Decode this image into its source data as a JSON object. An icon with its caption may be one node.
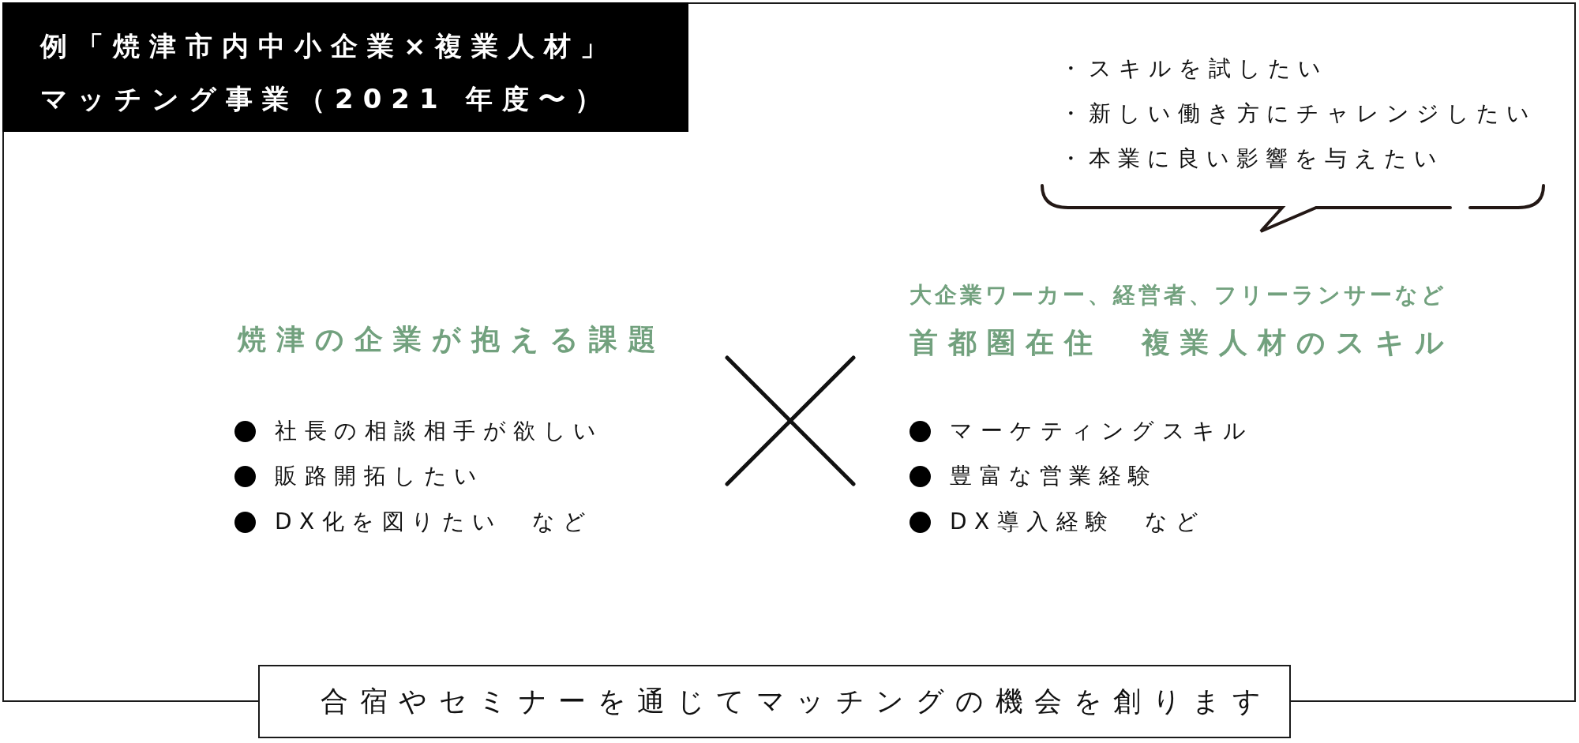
{
  "diagram": {
    "nodes": [
      {
        "text": [
          "焼津の企業が抱える課題",
          "社長の相談相手が欲しい",
          "販路開拓したい",
          "DX化を図りたい　など",
          "大企業ワーカー、経営者、フリーランサーなど",
          "首都圏在住　複業人材のスキル",
          "マーケティングスキル",
          "豊富な営業経験",
          "DX導入経験　など"
        ]
      },
      {
        "text": [
          "例「焼津市内中小企業×複業人材」マッチング事業（2021 年度〜）"
        ],
        "in": 0
      },
      {
        "text": [
          "・スキルを試したい",
          "・新しい働き方にチャレンジしたい",
          "・本業に良い影響を与えたい"
        ],
        "in": 0
      },
      {
        "text": [
          "合宿やセミナーを通じてマッチングの機会を創ります"
        ]
      }
    ]
  }
}
